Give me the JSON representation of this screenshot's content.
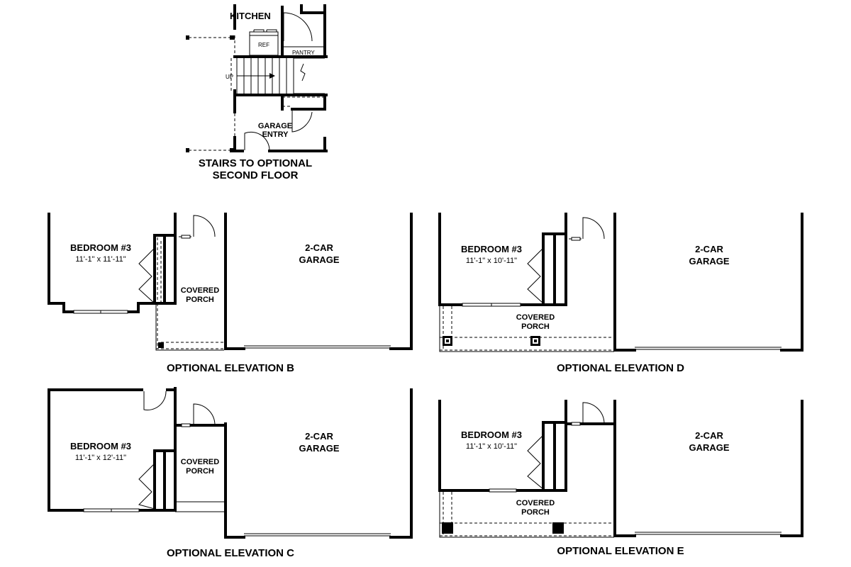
{
  "stairs_detail": {
    "kitchen": "KITCHEN",
    "ref": "REF",
    "pantry": "PANTRY",
    "up": "UP",
    "garage_entry": [
      "GARAGE",
      "ENTRY"
    ],
    "caption": [
      "STAIRS TO OPTIONAL",
      "SECOND FLOOR"
    ]
  },
  "elevations": [
    {
      "caption": "OPTIONAL ELEVATION B",
      "bedroom": "BEDROOM #3",
      "bedroom_dim": "11'-1\" x 11'-11\"",
      "porch": [
        "COVERED",
        "PORCH"
      ],
      "garage": [
        "2-CAR",
        "GARAGE"
      ]
    },
    {
      "caption": "OPTIONAL ELEVATION D",
      "bedroom": "BEDROOM #3",
      "bedroom_dim": "11'-1\" x 10'-11\"",
      "porch": [
        "COVERED",
        "PORCH"
      ],
      "garage": [
        "2-CAR",
        "GARAGE"
      ]
    },
    {
      "caption": "OPTIONAL ELEVATION C",
      "bedroom": "BEDROOM #3",
      "bedroom_dim": "11'-1\" x 12'-11\"",
      "porch": [
        "COVERED",
        "PORCH"
      ],
      "garage": [
        "2-CAR",
        "GARAGE"
      ]
    },
    {
      "caption": "OPTIONAL ELEVATION E",
      "bedroom": "BEDROOM #3",
      "bedroom_dim": "11'-1\" x 10'-11\"",
      "porch": [
        "COVERED",
        "PORCH"
      ],
      "garage": [
        "2-CAR",
        "GARAGE"
      ]
    }
  ]
}
